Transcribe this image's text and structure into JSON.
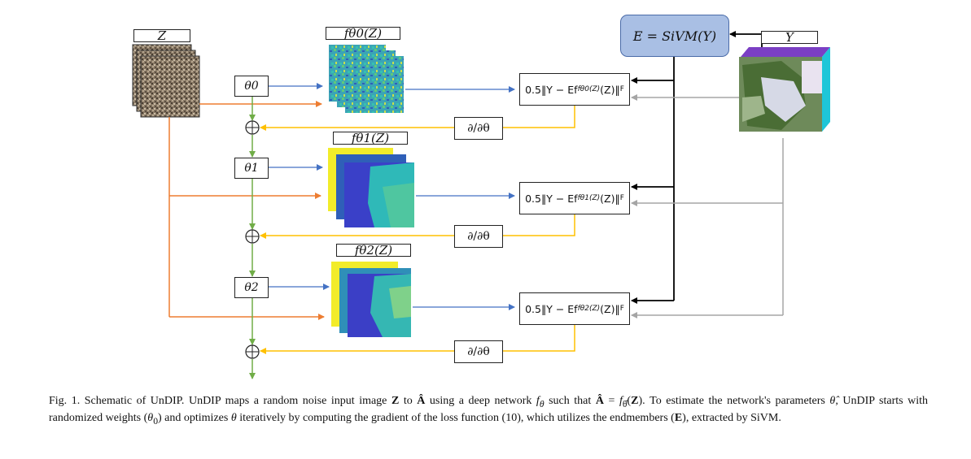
{
  "z_label": "Z",
  "y_label": "Y",
  "sivm_label": "E = SiVM(Y)",
  "thetas": [
    "θ0",
    "θ1",
    "θ2"
  ],
  "theta_subs": [
    "0",
    "1",
    "2"
  ],
  "outputs": [
    "fθ0(Z)",
    "fθ1(Z)",
    "fθ2(Z)"
  ],
  "loss_prefix": "0.5‖Y − Ef",
  "loss_suffix": "(Z)‖",
  "deriv_label": "∂/∂θ",
  "caption": {
    "p1": "Fig. 1.   Schematic of UnDIP. UnDIP maps a random noise input image ",
    "z": "Z",
    "p2": " to ",
    "a": "Â",
    "p3": " using a deep network ",
    "p4": " such that ",
    "p5": ". To estimate the network's parameters ",
    "p6": ", UnDIP starts with randomized weights (",
    "p7": ") and optimizes ",
    "p8": " iteratively by computing the gradient of the loss function (10), which utilizes the endmembers (",
    "e": "E",
    "p9": "), extracted by SiVM."
  },
  "colors": {
    "blue": "#4472c4",
    "orange": "#ed7d31",
    "green": "#70ad47",
    "yellow": "#ffc000",
    "gray": "#a5a5a5",
    "black": "#000000",
    "sivm_fill": "#a9bfe4"
  }
}
